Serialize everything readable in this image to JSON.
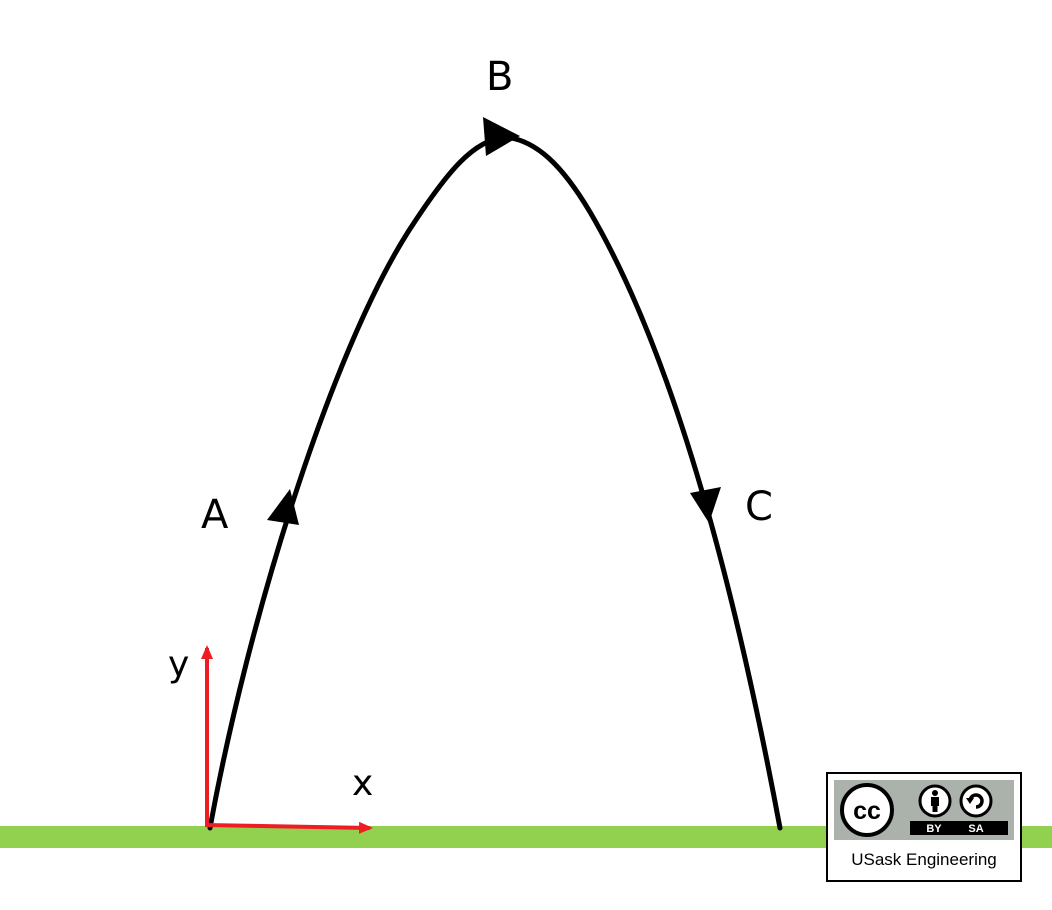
{
  "diagram": {
    "labels": {
      "point_a": "A",
      "point_b": "B",
      "point_c": "C",
      "axis_x": "x",
      "axis_y": "y"
    },
    "colors": {
      "trajectory": "#000000",
      "axes": "#ee1c23",
      "ground": "#92d050"
    }
  },
  "license": {
    "cc": "cc",
    "by": "BY",
    "sa": "SA",
    "org": "USask Engineering"
  }
}
